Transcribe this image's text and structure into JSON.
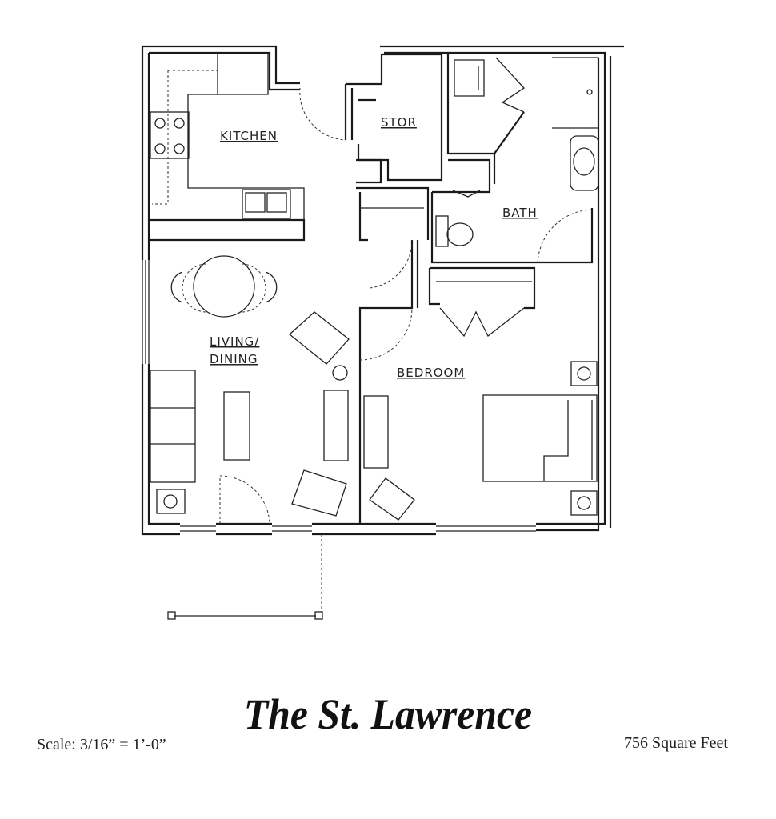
{
  "plan": {
    "title": "The St. Lawrence",
    "scale": "Scale: 3/16” = 1’-0”",
    "area": "756 Square Feet",
    "rooms": {
      "kitchen": "KITCHEN",
      "stor": "STOR",
      "bath": "BATH",
      "living1": "LIVING/",
      "living2": "DINING",
      "bedroom": "BEDROOM"
    }
  }
}
